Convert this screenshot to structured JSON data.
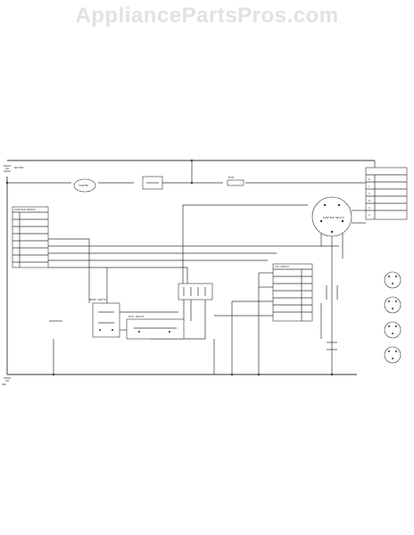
{
  "watermark": "AppliancePartsPros.com",
  "labels": {
    "battery": "BATTERY",
    "ignition_module": "IGNITION MODULE",
    "ignition_switch": "IGNITION SWITCH",
    "pto_switch": "PTO SWITCH",
    "seat_switch": "SEAT SWITCH",
    "fuse": "FUSE",
    "starter": "STARTER",
    "brake_switch": "BRAKE SWITCH",
    "ground": "GND"
  },
  "switch_table": {
    "rows": [
      "B",
      "L",
      "S",
      "M",
      "G",
      "A"
    ]
  }
}
